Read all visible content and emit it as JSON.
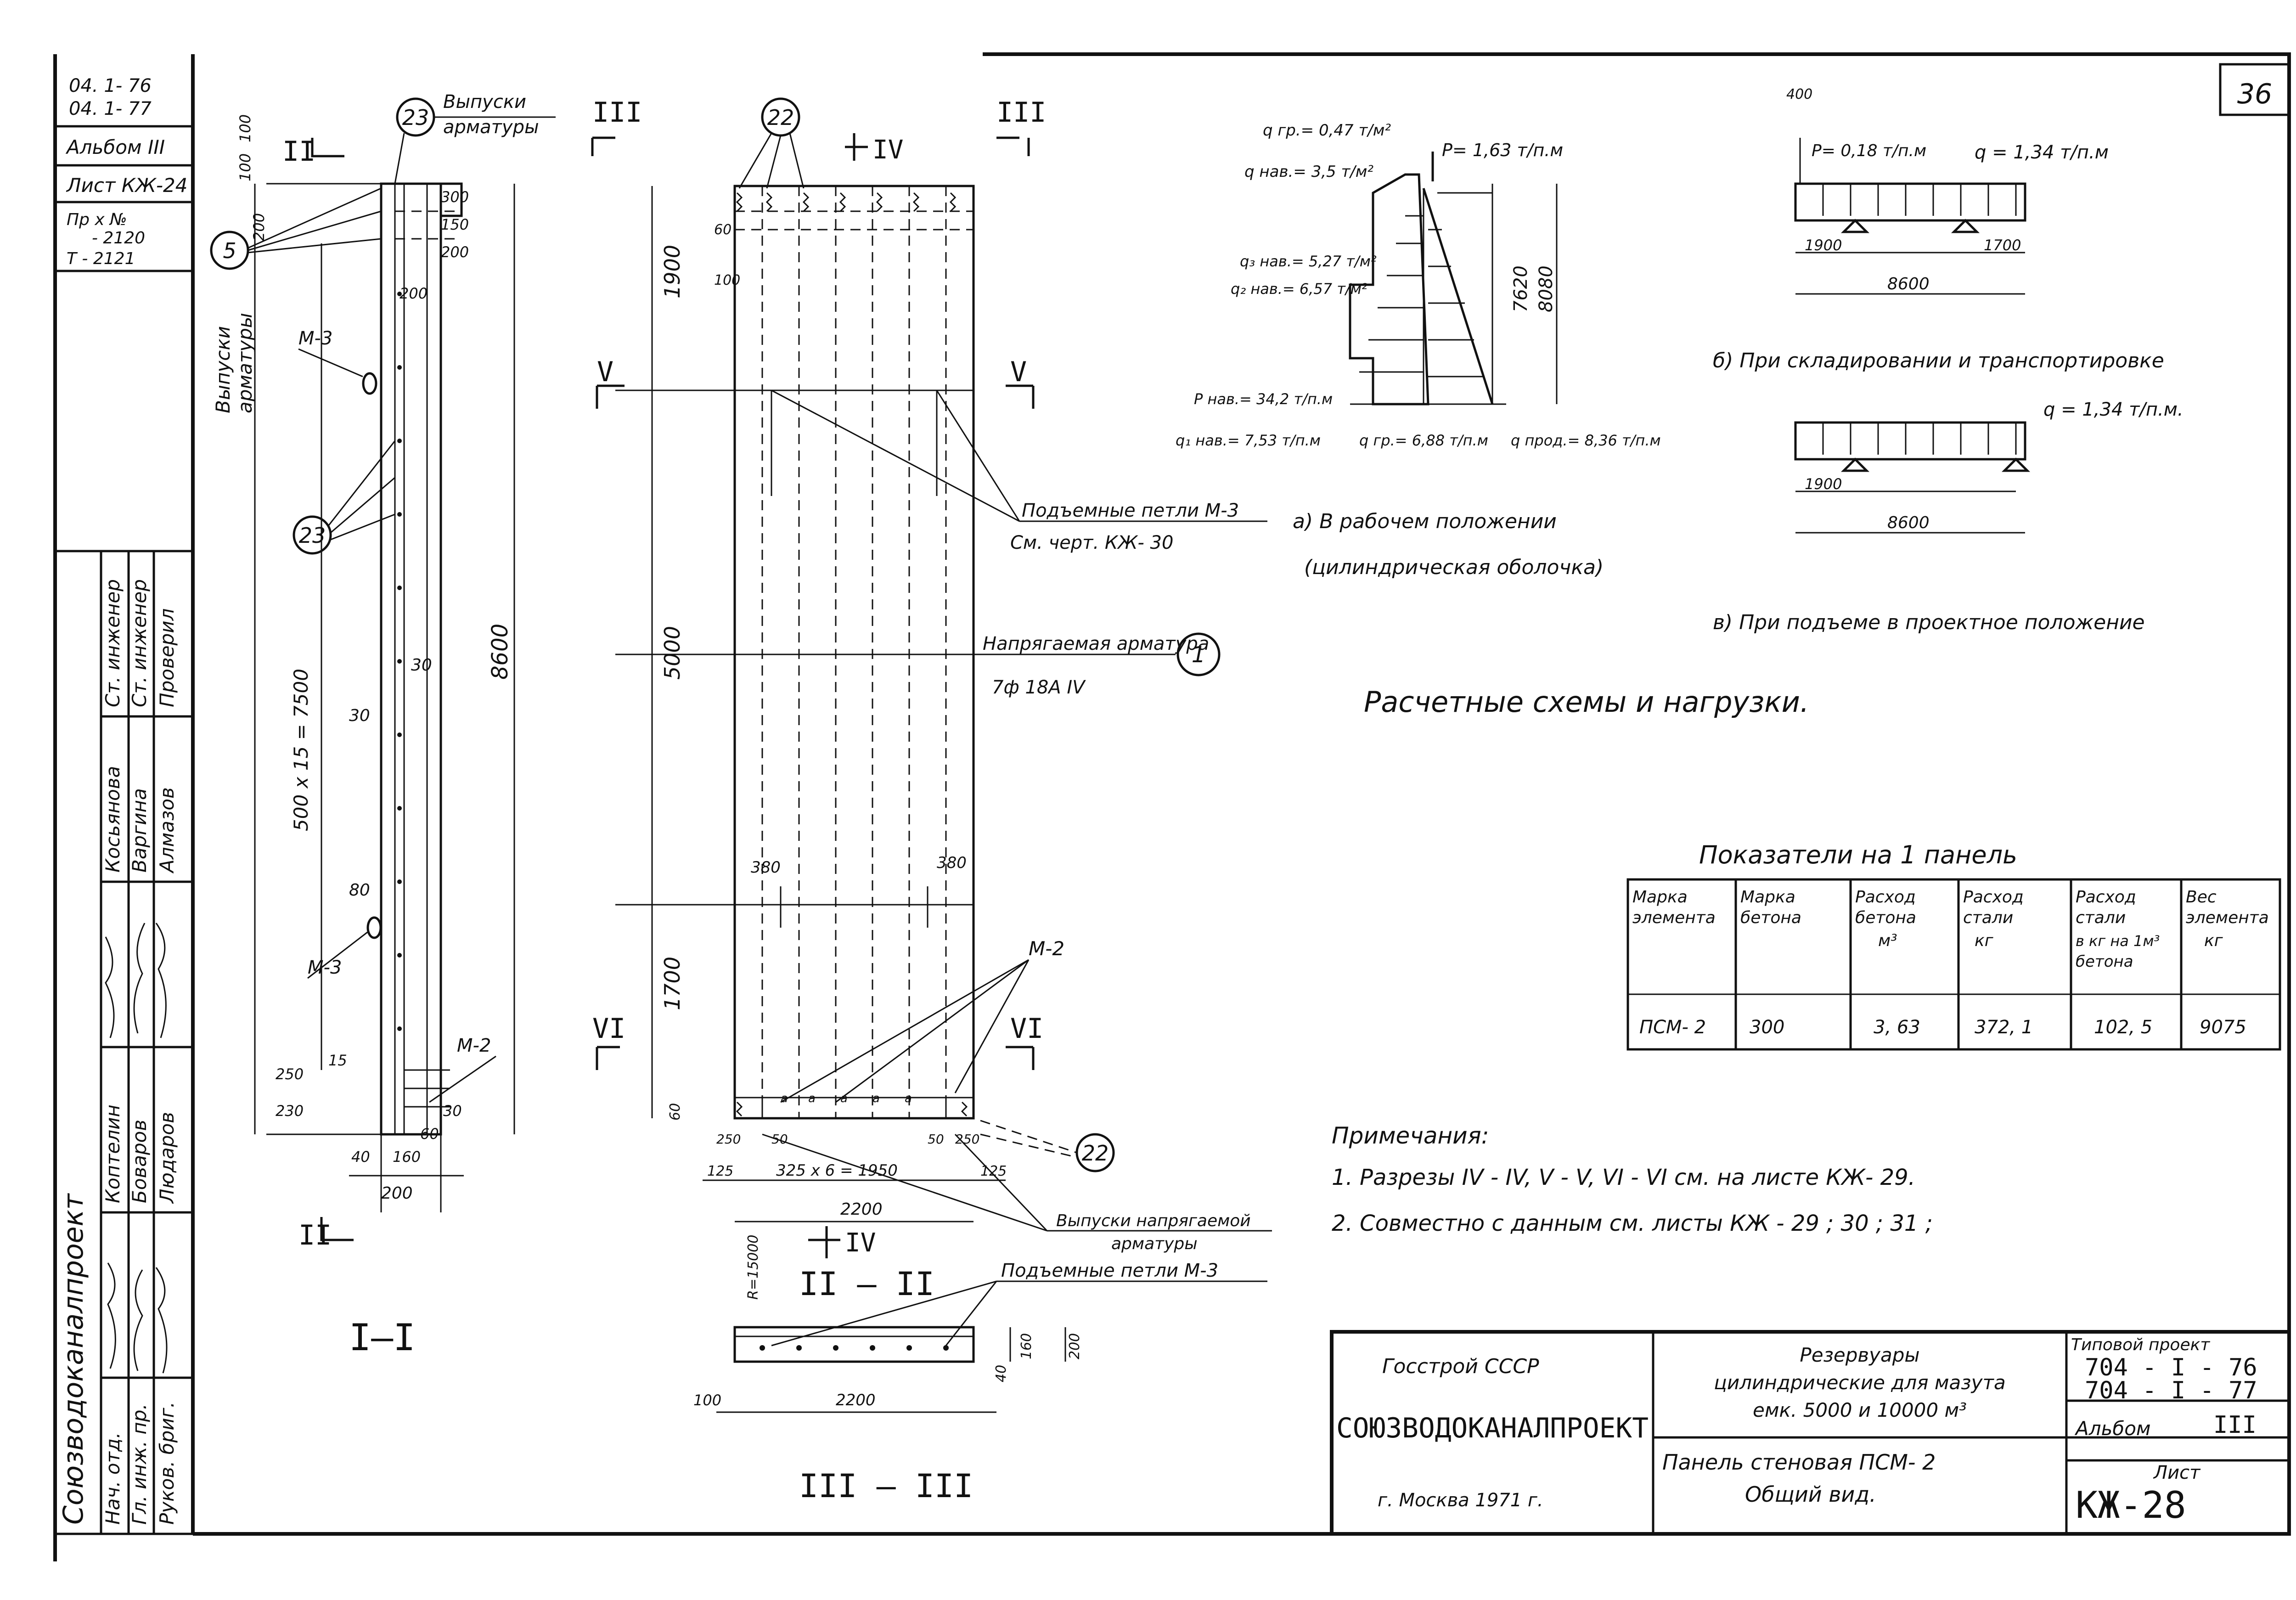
{
  "page_number": "36",
  "margin_stamp": {
    "project_codes": [
      "04. 1- 76",
      "04. 1- 77"
    ],
    "album": "Альбом III",
    "sheet": "Лист КЖ-24",
    "pr_line": "Пр х №",
    "pr_codes": [
      "- 2120",
      "Т - 2121"
    ]
  },
  "signatures": {
    "roles": [
      "Нач. отд.",
      "Гл. инж. пр.",
      "Руков. бриг.",
      "Ст. инженер",
      "Ст. инженер",
      "Проверил"
    ],
    "names": [
      "Коптелин",
      "Боваров",
      "Людаров",
      "Косьянова",
      "Варгина",
      "Алмазов"
    ],
    "org_vertical": "Союзводоканалпроект"
  },
  "section_I": {
    "title": "I—I",
    "marker_top": "II",
    "marker_bottom": "II",
    "callouts": [
      "23",
      "5",
      "23"
    ],
    "outlet_label": "Выпуски арматуры",
    "outlet_label_top": "Выпуски арматуры",
    "tags": [
      "М-3",
      "М-3",
      "М-2"
    ],
    "dims_vertical": [
      "500 х 15 = 7500",
      "8600"
    ],
    "dims_small": [
      "100",
      "100",
      "200",
      "200",
      "300",
      "150",
      "200",
      "30",
      "30",
      "80",
      "15",
      "250",
      "230",
      "30",
      "60",
      "40",
      "160",
      "200"
    ]
  },
  "section_II": {
    "title": "II — II",
    "callout_top": "22",
    "callout_right": "22",
    "callout_right_1": "1",
    "markers": [
      "III",
      "III",
      "IV",
      "IV",
      "V",
      "V",
      "VI",
      "VI"
    ],
    "dims_vertical": [
      "1900",
      "5000",
      "1700"
    ],
    "dims_small": [
      "60",
      "100",
      "380",
      "380",
      "60",
      "250",
      "50",
      "50",
      "250",
      "125",
      "125"
    ],
    "dim_bottom": "325 х 6 = 1950",
    "dim_overall": "2200",
    "tag_m2": "М-2",
    "leader_loops": "Подъемные петли М-3",
    "leader_loops_ref": "См. черт. КЖ- 30",
    "leader_tension": "Напрягаемая арматура",
    "leader_tension_spec": "7ф 18А IV",
    "leader_outlets": "Выпуски напрягаемой арматуры"
  },
  "section_III": {
    "title": "III — III",
    "leader": "Подъемные петли М-3",
    "radius": "R=15000",
    "dims": [
      "100",
      "2200",
      "40",
      "160",
      "200"
    ]
  },
  "loads": {
    "title": "Расчетные схемы и нагрузки.",
    "scheme_a": "а) В рабочем положении",
    "scheme_a_sub": "(цилиндрическая оболочка)",
    "scheme_b": "б) При складировании и транспортировке",
    "scheme_c": "в) При подъеме в проектное положение",
    "a_labels": [
      "q гр.= 0,47 т/м²",
      "q нав.= 3,5 т/м²",
      "Р= 1,63 т/п.м",
      "q₃ нав.= 5,27 т/м²",
      "q₂ нав.= 6,57 т/м²",
      "Р нав.= 34,2 т/п.м",
      "q₁ нав.= 7,53 т/п.м",
      "q гр.= 6,88 т/п.м",
      "q прод.= 8,36 т/п.м",
      "7620",
      "8080"
    ],
    "c_labels": [
      "400",
      "Р= 0,18 т/п.м",
      "q = 1,34 т/п.м",
      "1900",
      "1700",
      "8600"
    ],
    "b_labels": [
      "q = 1,34 т/п.м.",
      "1900",
      "8600"
    ]
  },
  "indicators": {
    "title": "Показатели на 1 панель",
    "headers": [
      "Марка элемента",
      "Марка бетона",
      "Расход бетона м³",
      "Расход стали кг",
      "Расход стали в кг на 1 м³ бетона",
      "Вес элемента кг"
    ],
    "row": [
      "ПСМ- 2",
      "300",
      "3, 63",
      "372, 1",
      "102, 5",
      "9075"
    ]
  },
  "notes": {
    "title": "Примечания:",
    "items": [
      "1. Разрезы IV - IV, V - V, VI - VI см. на листе КЖ- 29.",
      "2. Совместно с данным см. листы КЖ - 29 ; 30 ; 31 ;"
    ]
  },
  "title_block": {
    "org1": "Госстрой СССР",
    "org2": "СОЮЗВОДОКАНАЛПРОЕКТ",
    "city": "г. Москва 1971 г.",
    "object": [
      "Резервуары",
      "цилиндрические для мазута",
      "емк. 5000 и 10000 м³"
    ],
    "drawing": [
      "Панель стеновая ПСМ- 2",
      "Общий вид."
    ],
    "project_label": "Типовой проект",
    "project_codes": [
      "704 - I - 76",
      "704 - I - 77"
    ],
    "album": "Альбом",
    "album_num": "III",
    "sheet_label": "Лист",
    "sheet_code": "КЖ-28"
  }
}
